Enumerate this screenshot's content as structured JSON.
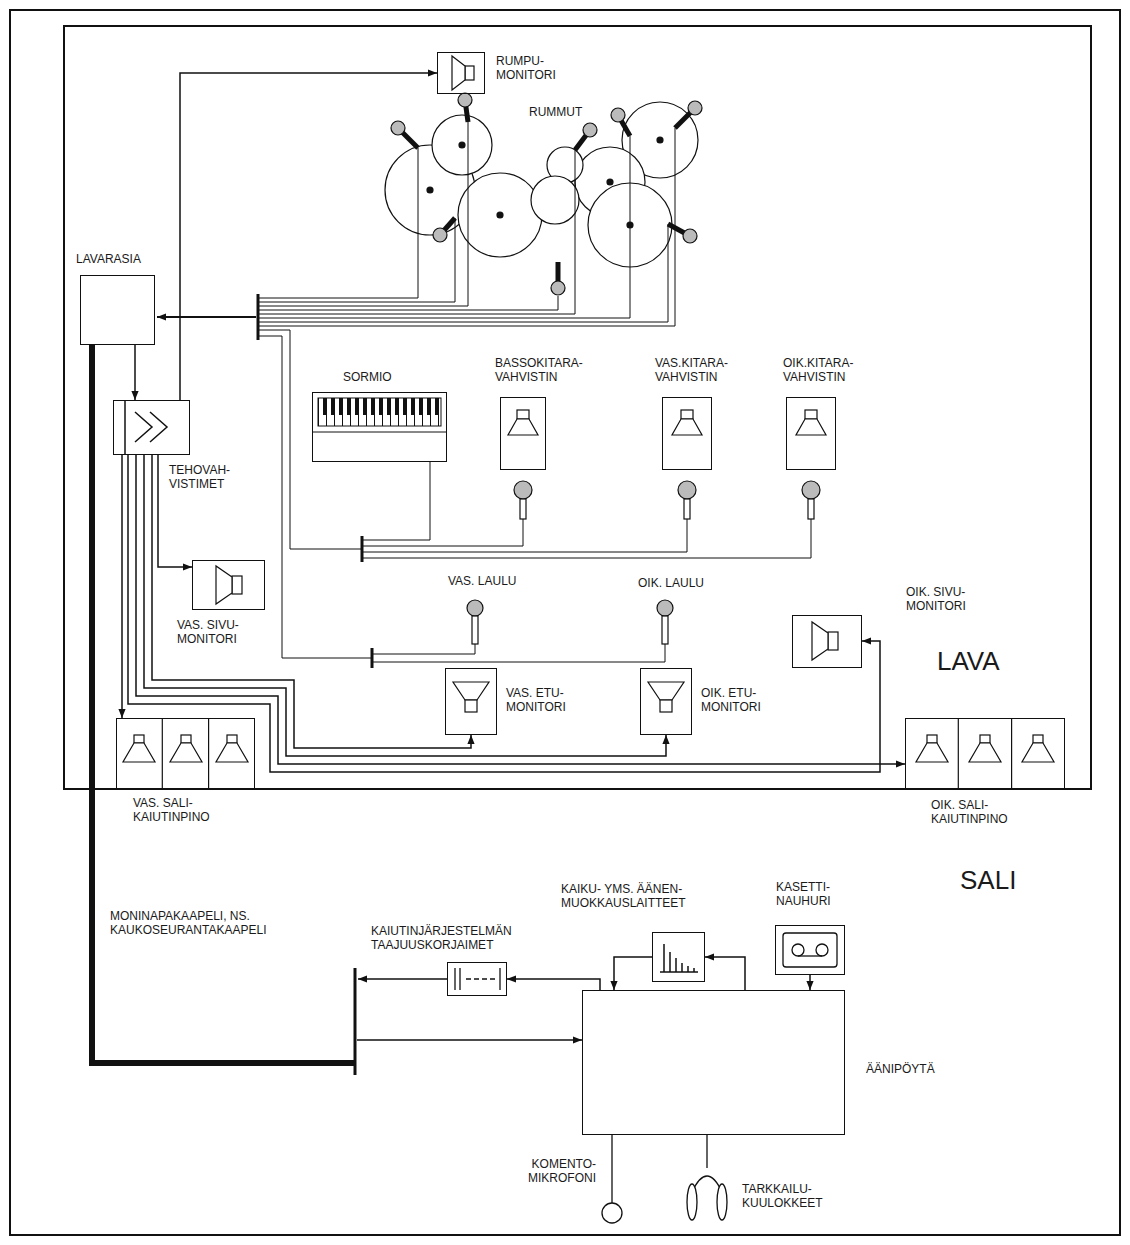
{
  "diagram": {
    "nodes": [
      {
        "text": [
          "LAVA"
        ]
      },
      {
        "text": [
          "RUMPU- MONITORI"
        ],
        "in": 0
      },
      {
        "text": [
          "LAVARASIA"
        ],
        "in": 0
      },
      {
        "text": [
          "TEHOVAH- VISTIMET"
        ],
        "in": 0
      },
      {
        "text": [
          "SORMIO"
        ],
        "in": 0
      },
      {
        "text": [
          "BASSOKITARA- VAHVISTIN"
        ],
        "in": 0
      },
      {
        "text": [
          "VAS.KITARA- VAHVISTIN"
        ],
        "in": 0
      },
      {
        "text": [
          "OIK.KITARA- VAHVISTIN"
        ],
        "in": 0
      },
      {
        "text": [
          "VAS. SIVU- MONITORI"
        ],
        "in": 0
      },
      {
        "text": [
          "OIK. SIVU- MONITORI"
        ],
        "in": 0
      },
      {
        "text": [
          "VAS. ETU- MONITORI"
        ],
        "in": 0
      },
      {
        "text": [
          "OIK. ETU- MONITORI"
        ],
        "in": 0
      },
      {
        "text": [
          "VAS. SALI- KAIUTINPINO"
        ],
        "in": 0
      },
      {
        "text": [
          "OIK. SALI- KAIUTINPINO"
        ],
        "in": 0
      },
      {
        "text": [
          "KAIKU- YMS. ÄÄNEN- MUOKKAUSLAITTEET"
        ]
      },
      {
        "text": [
          "KASETTI- NAUHURI"
        ]
      },
      {
        "text": [
          "KAIUTINJÄRJESTELMÄN TAAJUUSKORJAIMET"
        ]
      },
      {
        "text": [
          "ÄÄNIPÖYTÄ"
        ]
      }
    ],
    "edges": [
      {
        "from": 2,
        "to": 3,
        "arrow": "to"
      },
      {
        "from": 3,
        "to": 1,
        "arrow": "to"
      },
      {
        "from": 3,
        "to": 8,
        "arrow": "to"
      },
      {
        "from": 3,
        "to": 12,
        "arrow": "to"
      },
      {
        "from": 3,
        "to": 10,
        "arrow": "to"
      },
      {
        "from": 3,
        "to": 11,
        "arrow": "to"
      },
      {
        "from": 3,
        "to": 13,
        "arrow": "to"
      },
      {
        "from": 3,
        "to": 9,
        "arrow": "to"
      },
      {
        "from": 2,
        "to": 17,
        "arrow": "to"
      },
      {
        "from": 17,
        "to": 16,
        "arrow": "to"
      },
      {
        "from": 17,
        "to": 14,
        "arrow": "to"
      },
      {
        "from": 14,
        "to": 17,
        "arrow": "to"
      },
      {
        "from": 15,
        "to": 17,
        "arrow": "to"
      }
    ],
    "labels": [
      "RUMMUT",
      "VAS. LAULU",
      "OIK. LAULU",
      "SALI",
      "MONINAPAKAAPELI, NS. KAUKOSEURANTAKAAPELI",
      "KOMENTO- MIKROFONI",
      "TARKKAILU- KUULOKKEET"
    ]
  }
}
